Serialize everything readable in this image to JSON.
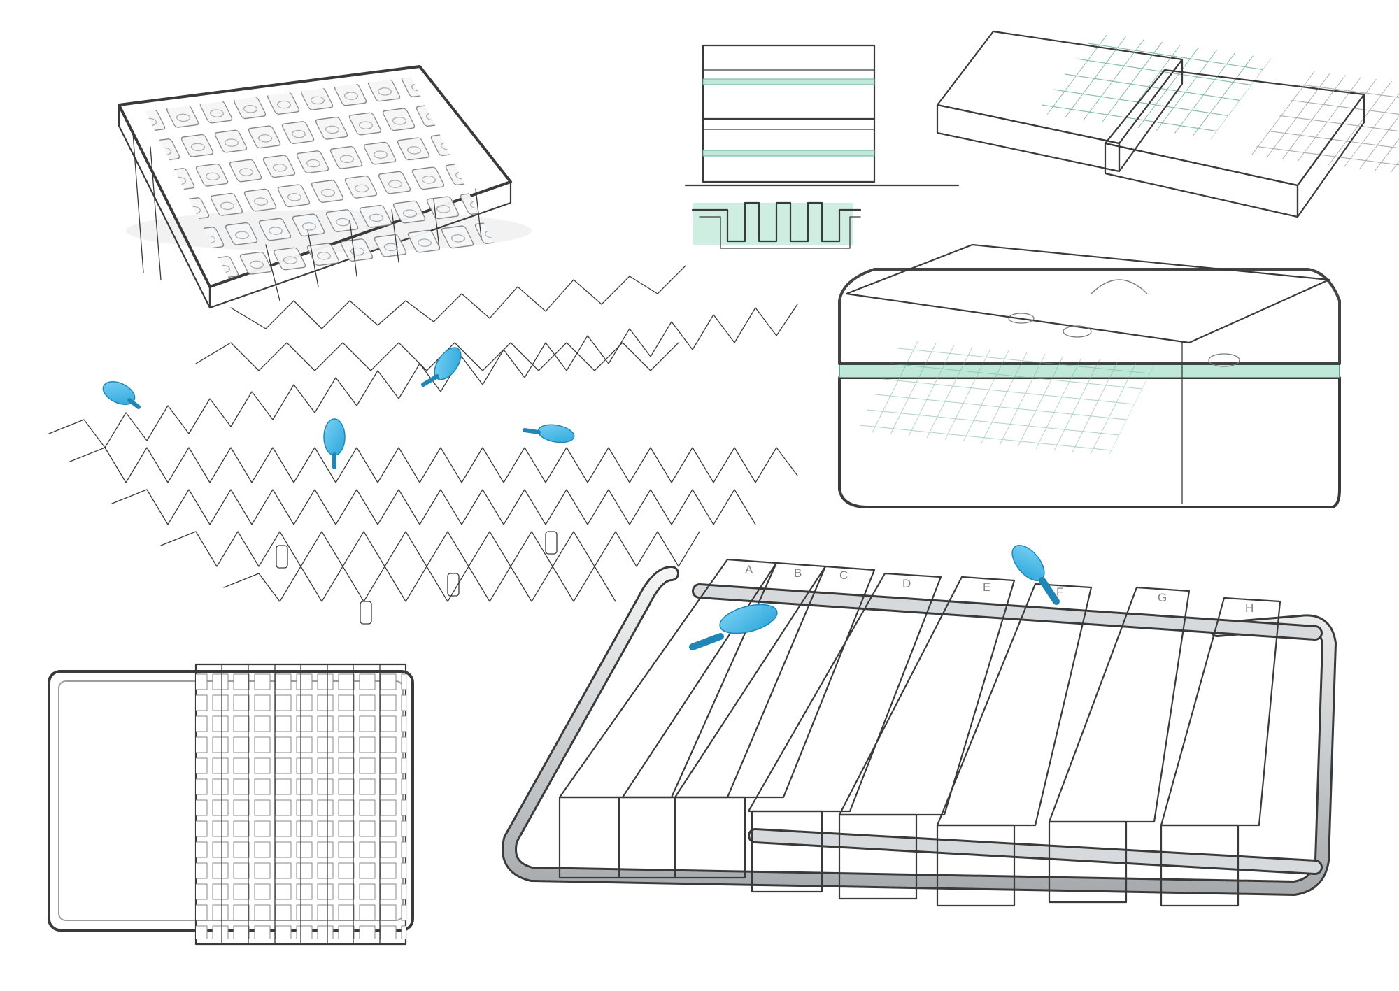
{
  "sheet": {
    "background": "#ffffff",
    "palette": {
      "outline": "#3a3a3a",
      "clear_plastic": "#eef0f2",
      "mint_tray": "#bfe8d8",
      "pink_strip": "#f6e3e4",
      "blue_accent": "#3fb6e6"
    },
    "sketches": [
      {
        "name": "clear-well-tray"
      },
      {
        "name": "stacked-trays-section"
      },
      {
        "name": "mint-and-white-grid-trays"
      },
      {
        "name": "zigzag-ribbon-tray"
      },
      {
        "name": "lidded-box"
      },
      {
        "name": "frame-with-strips-top-view"
      },
      {
        "name": "strip-rack-with-rails"
      }
    ],
    "strip_labels": [
      "A",
      "B",
      "C",
      "D",
      "E",
      "F",
      "G",
      "H"
    ]
  }
}
